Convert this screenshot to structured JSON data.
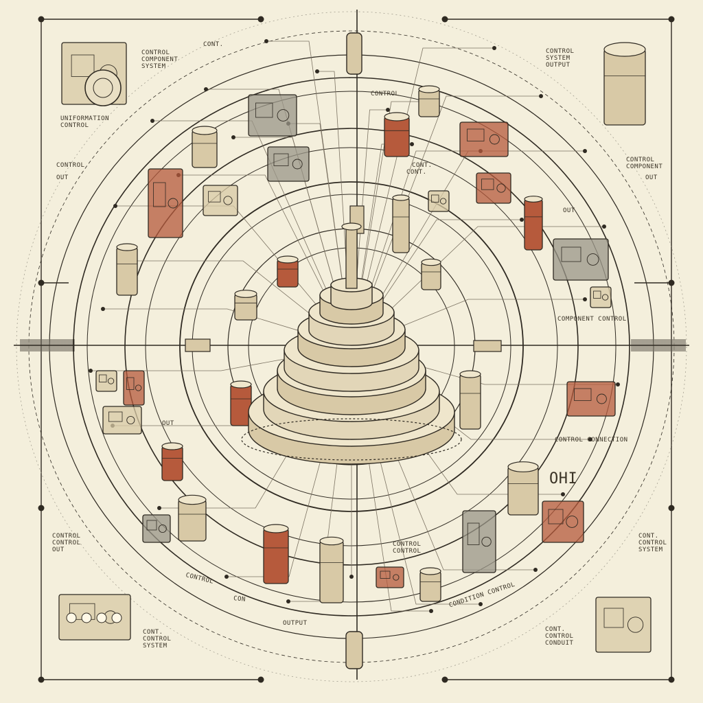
{
  "palette": {
    "paper": "#f4efdc",
    "ink": "#2f2a22",
    "ink_light": "#7b7262",
    "rust": "#b65a3c",
    "tan": "#d8c9a6",
    "grey": "#9a9688"
  },
  "labels": {
    "top_left_title": "CONTROL\nCOMPONENT\nSYSTEM",
    "top_small": "CONT.",
    "top_right_title": "CONTROL\nSYSTEM\nOUTPUT",
    "camera_caption": "UNIFORMATION\nCONTROL",
    "left_mid": "CONTROL",
    "left_mid_small": "OUT",
    "right_mid": "CONTROL\nCOMPONENT",
    "right_mid_small": "OUT",
    "center_top": "CONTROL",
    "center_right_small": "CONT.",
    "center_left_small": "OUT",
    "right_rail": "COMPONENT CONTROL",
    "right_rail_lower": "CONTROL CONNECTION",
    "ohm_symbol": "OHI",
    "bottom_arc_left": "CONTROL",
    "bottom_arc_mid": "CON",
    "bottom_arc_right_box": "OUTPUT",
    "bottom_arc_right": "CONDITION CONTROL",
    "bottom_center": "CONTROL\nCONTROL",
    "left_lower": "CONTROL\nCONTROL\nOUT",
    "right_lower": "CONT.\nCONTROL\nSYSTEM",
    "bottom_left": "CONT.\nCONTROL\nSYSTEM",
    "bottom_right": "CONT.\nCONTROL\nCONDUIT",
    "misc_a": "CONT.",
    "misc_b": "OUT"
  }
}
